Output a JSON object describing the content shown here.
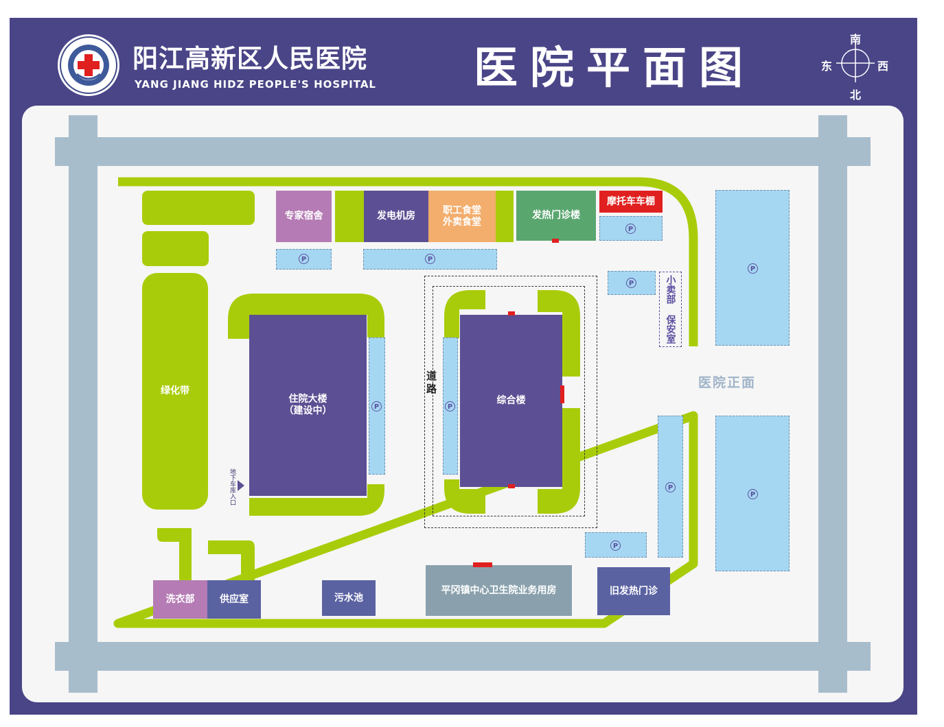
{
  "header": {
    "hospital_name_cn": "阳江高新区人民医院",
    "hospital_name_en": "YANG JIANG HIDZ PEOPLE'S HOSPITAL",
    "map_title": "医院平面图"
  },
  "compass": {
    "north": "南",
    "south": "北",
    "east": "东",
    "west": "西"
  },
  "buildings": {
    "expert_dorm": "专家宿舍",
    "generator_room": "发电机房",
    "canteen": "职工食堂\n外卖食堂",
    "fever_clinic": "发热门诊楼",
    "motorcycle_shed": "摩托车车棚",
    "shop_security": "小卖部 保安室",
    "inpatient": "住院大楼\n（建设中）",
    "general": "综合楼",
    "green_belt": "绿化带",
    "road": "道路",
    "hospital_front": "医院正面",
    "laundry": "洗衣部",
    "supply": "供应室",
    "sewage": "污水池",
    "pinggang_clinic": "平冈镇中心卫生院业务用房",
    "old_fever_clinic": "旧发热门诊",
    "underground_entrance": "地下车库入口"
  },
  "parking_symbol": "P",
  "colors": {
    "frame": "#4a4587",
    "green": "#a9cc0a",
    "road": "#a8bdcc",
    "parking": "#a5d7f2",
    "building_purple": "#5c4f93",
    "expert_dorm": "#b57bb4",
    "canteen": "#f3ad6c",
    "fever_clinic": "#5aa66f",
    "motorcycle_shed": "#e0201f",
    "laundry": "#b57bb4",
    "supply": "#5a62a2",
    "pinggang": "#8aa1ad"
  }
}
